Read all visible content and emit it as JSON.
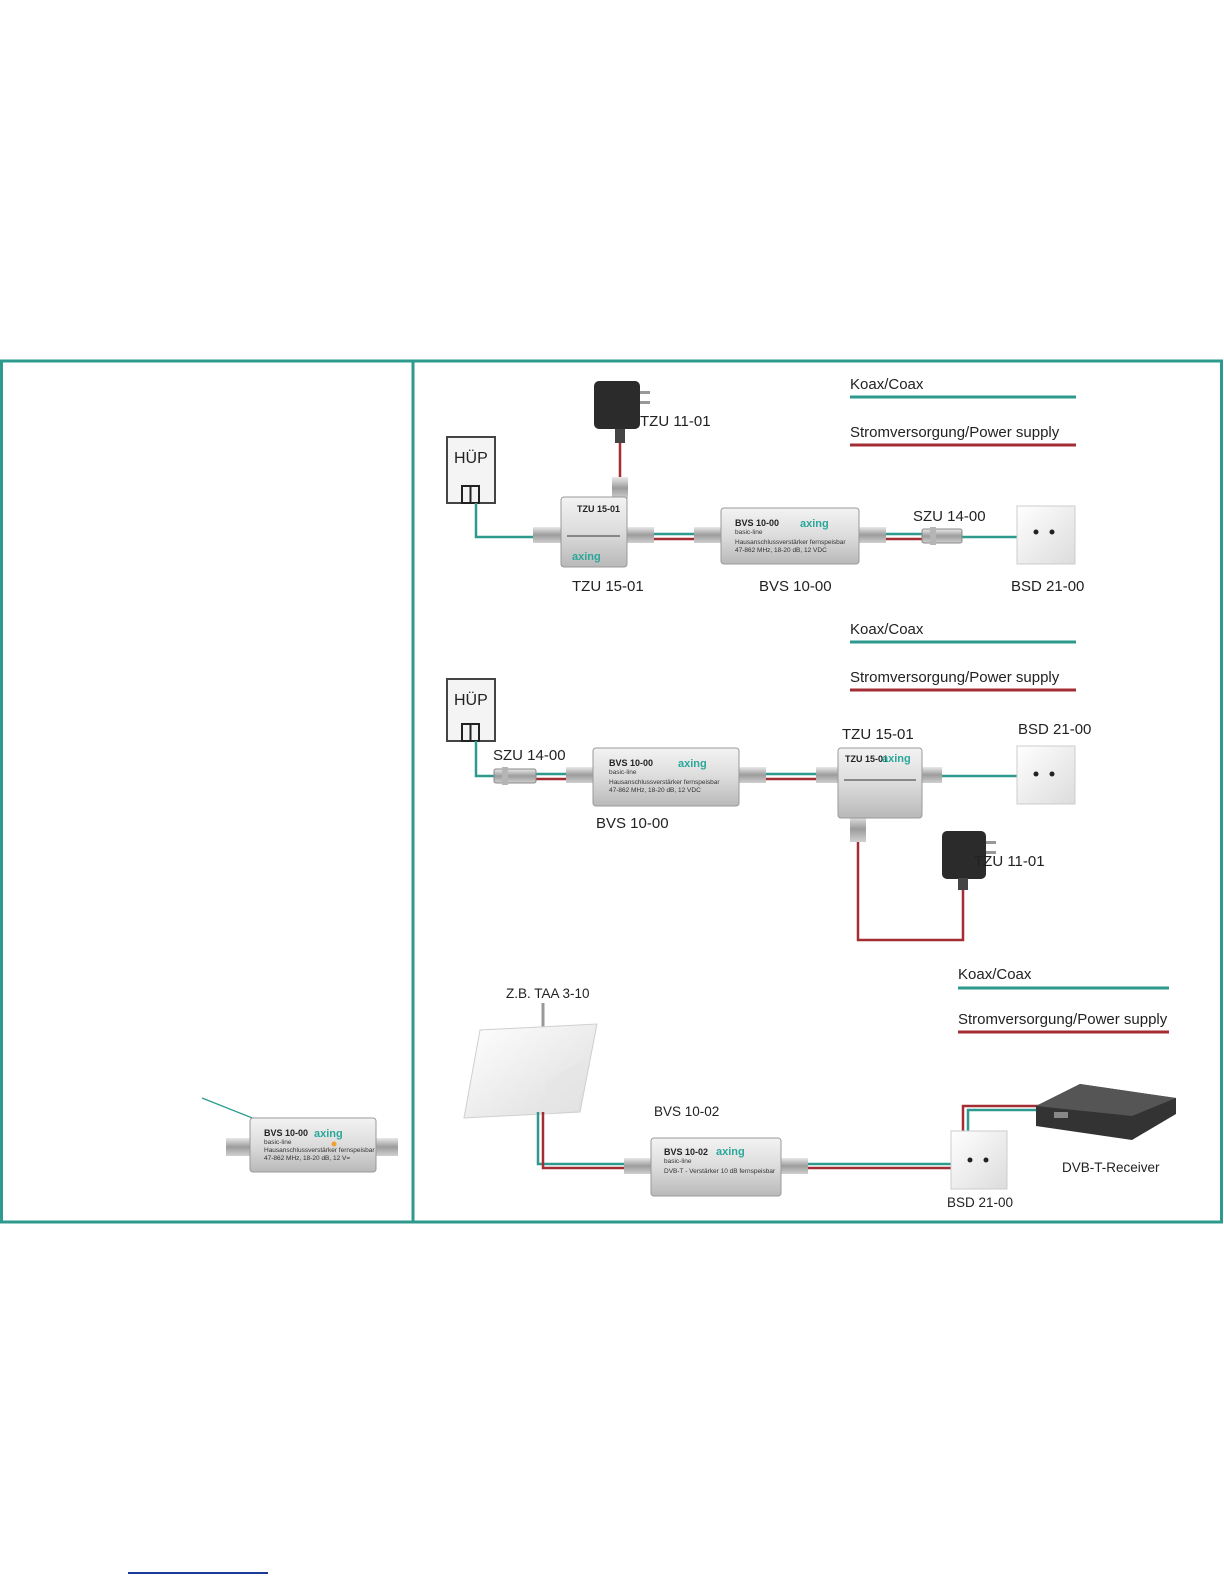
{
  "legend": {
    "coax": "Koax/Coax",
    "power": "Stromversorgung/Power supply"
  },
  "colors": {
    "frame": "#2e9a8e",
    "coax": "#2e9a8e",
    "power": "#a32d33"
  },
  "diagram1": {
    "hup": "HÜP",
    "psu": "TZU 11-01",
    "injector": "TZU 15-01",
    "injector_face": "TZU 15-01",
    "amplifier": "BVS 10-00",
    "amp_face_title": "BVS 10-00",
    "amp_face_line": "basic-line",
    "amp_face_desc": "Hausanschlussverstärker fernspeisbar",
    "amp_face_spec": "47-862 MHz, 18-20 dB, 12 VDC",
    "connector": "SZU 14-00",
    "socket": "BSD 21-00"
  },
  "diagram2": {
    "hup": "HÜP",
    "connector": "SZU 14-00",
    "amplifier": "BVS 10-00",
    "amp_face_title": "BVS 10-00",
    "amp_face_line": "basic-line",
    "amp_face_desc": "Hausanschlussverstärker fernspeisbar",
    "amp_face_spec": "47-862 MHz, 18-20 dB, 12 VDC",
    "injector": "TZU 15-01",
    "injector_face": "TZU 15-01",
    "socket": "BSD 21-00",
    "psu": "TZU 11-01"
  },
  "diagram3": {
    "antenna": "Z.B. TAA 3-10",
    "amplifier": "BVS 10-02",
    "amp_face_title": "BVS 10-02",
    "amp_face_line": "basic-line",
    "amp_face_desc": "DVB-T - Verstärker 10 dB   fernspeisbar",
    "socket": "BSD 21-00",
    "receiver": "DVB-T-Receiver"
  },
  "left_panel": {
    "amp_face_title": "BVS 10-00",
    "amp_face_line": "basic-line",
    "amp_face_desc": "Hausanschlussverstärker fernspeisbar",
    "amp_face_spec": "47-862 MHz, 18-20 dB, 12 V="
  },
  "brand": "axing"
}
